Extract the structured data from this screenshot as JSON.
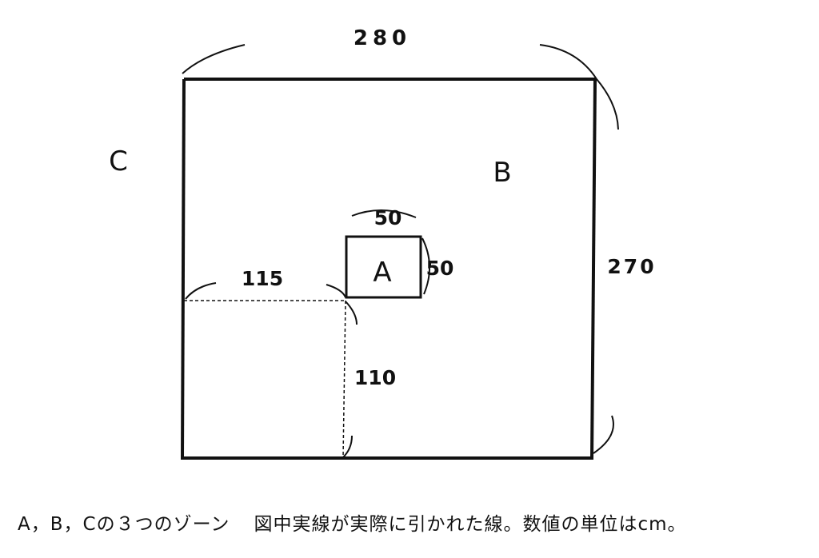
{
  "dimensions": {
    "outer_width": "280",
    "outer_height": "270",
    "box_a_width": "50",
    "box_a_height": "50",
    "offset_horizontal": "115",
    "offset_vertical": "110"
  },
  "zones": {
    "a": "A",
    "b": "B",
    "c": "C"
  },
  "caption": {
    "left": "A，B，Cの３つのゾーン",
    "right": "図中実線が実際に引かれた線。数値の単位はcm。"
  }
}
